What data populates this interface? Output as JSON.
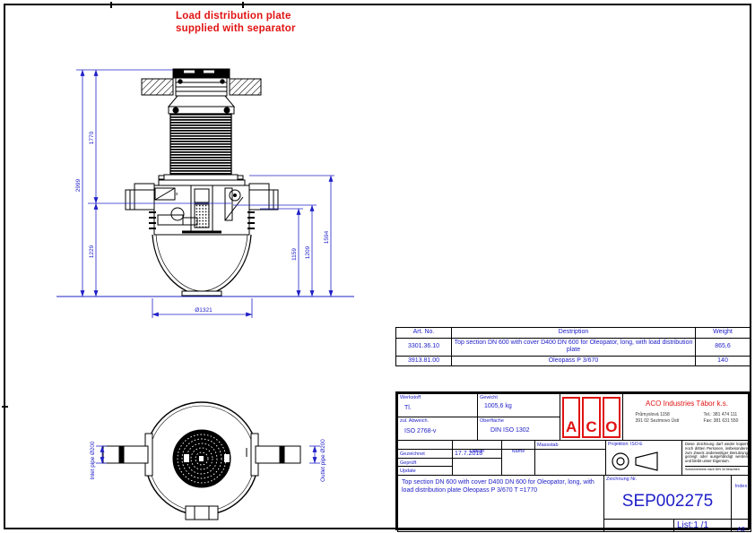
{
  "colors": {
    "cad_blue": "#2020c8",
    "annotation_red": "#e11212",
    "line_black": "#000000"
  },
  "annotation": {
    "text_line1": "Load distribution plate",
    "text_line2": "supplied with separator"
  },
  "section_view": {
    "dims": {
      "total_height": "2999",
      "upper_height": "1770",
      "lower_height": "1229",
      "right_inner": "1159",
      "right_mid": "1209",
      "right_outer": "1594",
      "bottom_diameter": "Ø1321"
    },
    "detail_mark": "x"
  },
  "top_view": {
    "inlet_label": "Inlet pipe Ø200",
    "outlet_label": "Outlet pipe Ø200"
  },
  "parts_table": {
    "header": {
      "art_no": "Art. No.",
      "description": "Destription",
      "weight": "Weight"
    },
    "rows": [
      {
        "art_no": "3301.36.10",
        "description": "Top section DN 600 with cover D400 DN 600 for Oleopator, long, with load distribution plate",
        "weight": "865,6"
      },
      {
        "art_no": "3913.81.00",
        "description": "Oleopass P 3/670",
        "weight": "140"
      }
    ]
  },
  "title_block": {
    "werkstoff_label": "Werkstoff",
    "werkstoff_value": "Tl.",
    "zul_abweich_label": "zul. Abweich.",
    "zul_abweich_value": "ISO 2768-v",
    "gewicht_label": "Gewicht",
    "gewicht_value": "1005,6 kg",
    "oberflaeche_label": "Oberfläche",
    "oberflaeche_value": "DIN ISO 1302",
    "company": {
      "logo_letters": [
        "A",
        "C",
        "O"
      ],
      "name": "ACO Industries Tábor k.s.",
      "address1": "Průmyslová 1158",
      "address2": "391 02 Sezimovo Ústí",
      "tel": "Tel.: 381 474 111",
      "fax": "Fax: 381 631 550"
    },
    "datum_label": "Datum",
    "name_label": "Name",
    "massstab_label": "Massstab",
    "gezeichnet_label": "Gezeichnet",
    "gezeichnet_date": "17.7.2018",
    "geprueft_label": "Geprüft",
    "update_label": "Update",
    "projektion_label": "Projektion: ISO-E",
    "disclaimer": "Diese Zeichnung darf weder kopiert noch dritten Personen, insbesondere zum Zweck anderweitiger Benutzung gezeigt oder ausgehändigt werden und bleibt unser Eigentum.",
    "disclaimer_note": "Schutzvermerk nach DIN 34 beachten",
    "description": "Top section DN 600 with cover D400 DN 600 for Oleopator, long, with load distribution plate Oleopass P 3/670  T =1770",
    "zeichnung_nr_label": "Zeichnung Nr.",
    "zeichnung_nr": "SEP002275",
    "index_label": "Index",
    "list_label": "List:1 /1",
    "format_label": "A3"
  }
}
